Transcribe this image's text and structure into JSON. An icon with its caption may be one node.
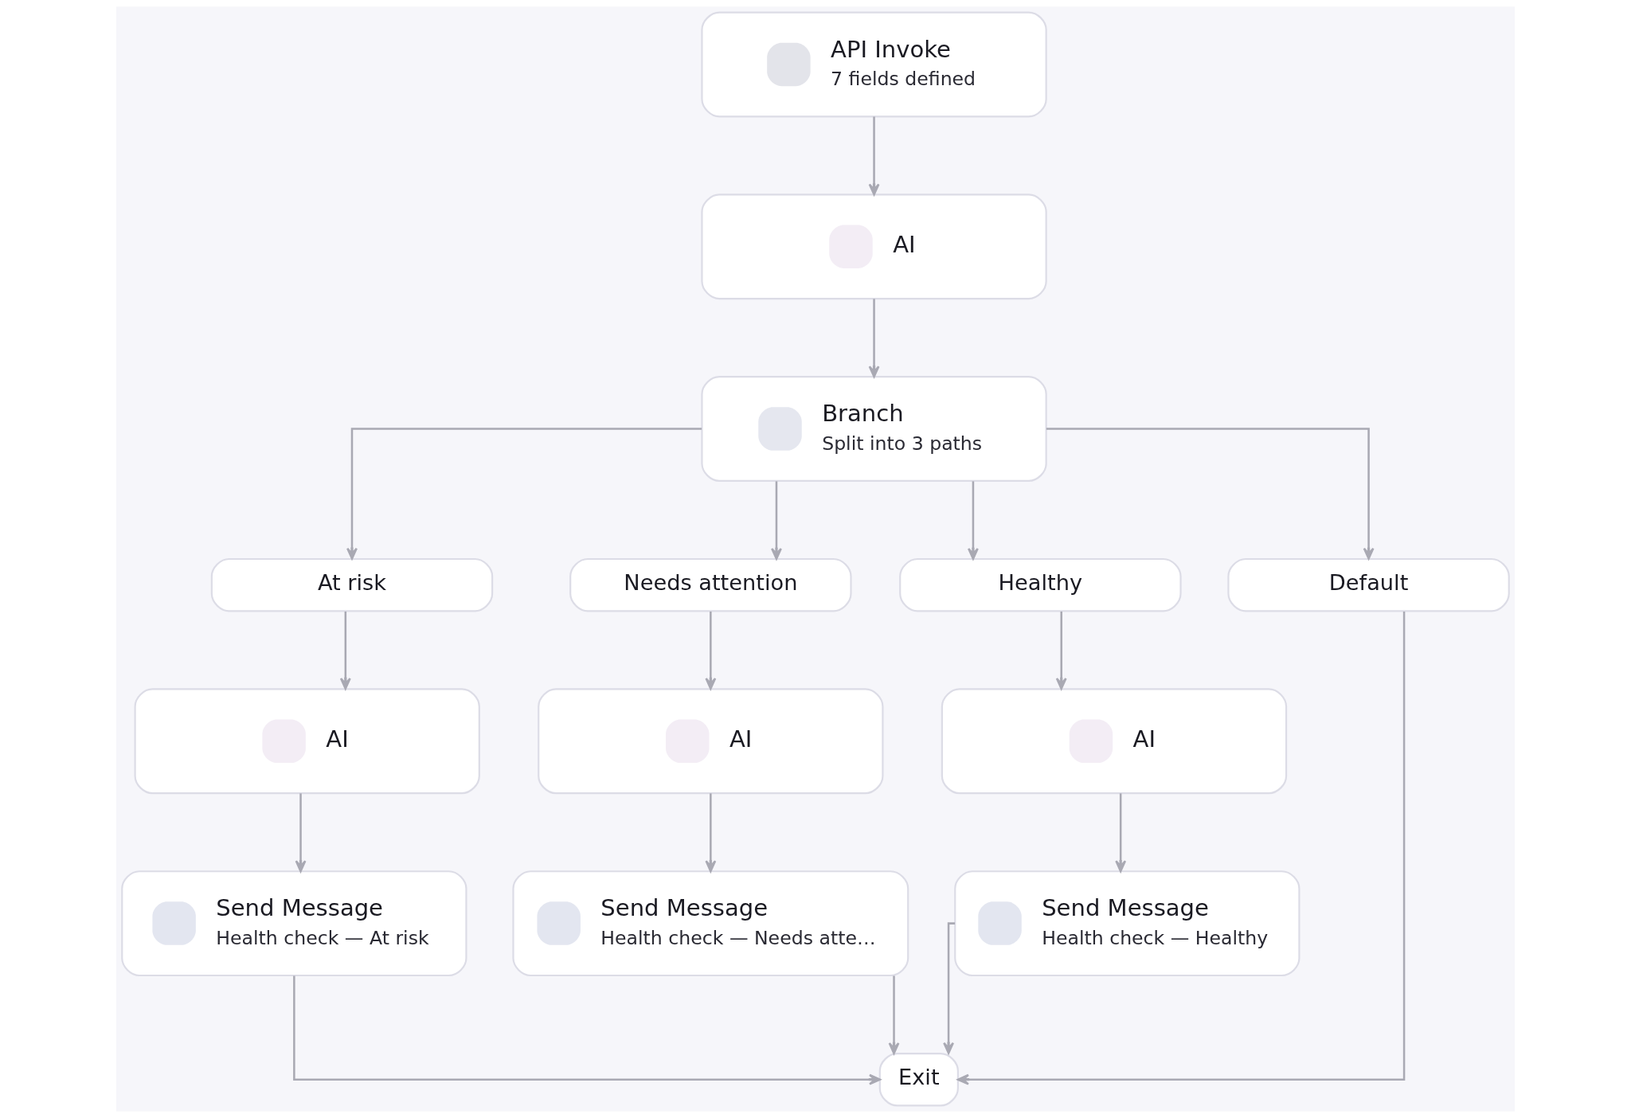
{
  "diagram": {
    "nodes": [
      {
        "text": [
          "API Invoke",
          "7 fields defined"
        ]
      },
      {
        "text": [
          "AI"
        ]
      },
      {
        "text": [
          "Branch",
          "Split into 3 paths"
        ]
      },
      {
        "text": [
          "At risk"
        ]
      },
      {
        "text": [
          "Needs attention"
        ]
      },
      {
        "text": [
          "Healthy"
        ]
      },
      {
        "text": [
          "Default"
        ]
      },
      {
        "text": [
          "AI"
        ]
      },
      {
        "text": [
          "AI"
        ]
      },
      {
        "text": [
          "AI"
        ]
      },
      {
        "text": [
          "Send Message",
          "Health check — At risk"
        ]
      },
      {
        "text": [
          "Send Message",
          "Health check — Needs atte…"
        ]
      },
      {
        "text": [
          "Send Message",
          "Health check — Healthy"
        ]
      },
      {
        "text": [
          "Exit"
        ]
      }
    ],
    "edges": [
      {
        "from": 0,
        "to": 1,
        "arrow": "to"
      },
      {
        "from": 1,
        "to": 2,
        "arrow": "to"
      },
      {
        "from": 2,
        "to": 3,
        "arrow": "to"
      },
      {
        "from": 2,
        "to": 4,
        "arrow": "to"
      },
      {
        "from": 2,
        "to": 5,
        "arrow": "to"
      },
      {
        "from": 2,
        "to": 6,
        "arrow": "to"
      },
      {
        "from": 3,
        "to": 7,
        "arrow": "to"
      },
      {
        "from": 4,
        "to": 8,
        "arrow": "to"
      },
      {
        "from": 5,
        "to": 9,
        "arrow": "to"
      },
      {
        "from": 7,
        "to": 10,
        "arrow": "to"
      },
      {
        "from": 8,
        "to": 11,
        "arrow": "to"
      },
      {
        "from": 9,
        "to": 12,
        "arrow": "to"
      },
      {
        "from": 10,
        "to": 13,
        "arrow": "to"
      },
      {
        "from": 11,
        "to": 13,
        "arrow": "to"
      },
      {
        "from": 12,
        "to": 13,
        "arrow": "to"
      },
      {
        "from": 6,
        "to": 13,
        "arrow": "to"
      }
    ]
  }
}
